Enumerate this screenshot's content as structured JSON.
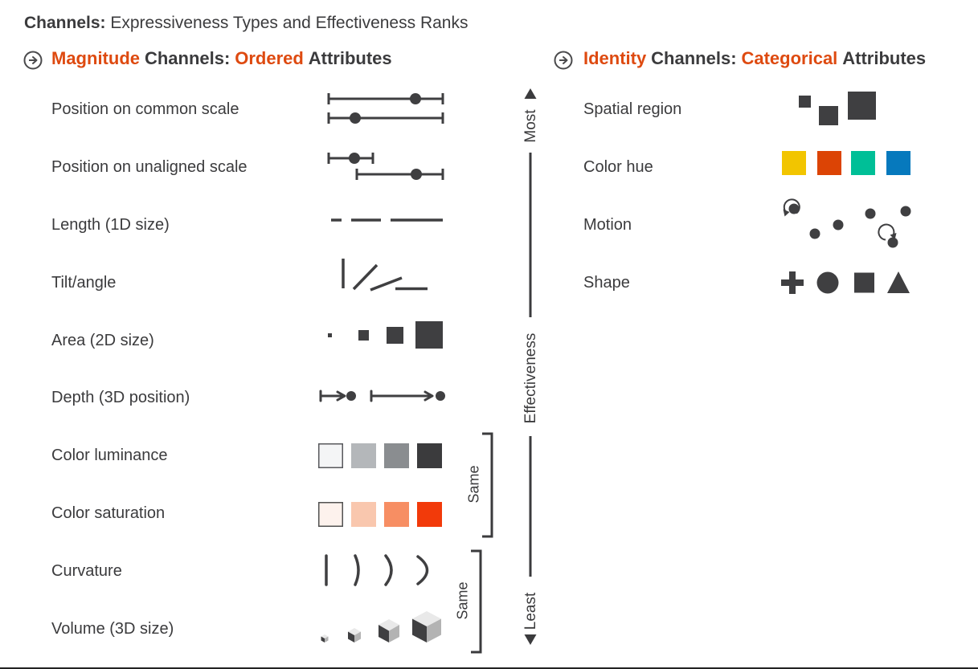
{
  "title": {
    "bold": "Channels:",
    "rest": " Expressiveness Types and Effectiveness Ranks"
  },
  "magnitude": {
    "heading": {
      "part1": "Magnitude",
      "part2": "Channels:",
      "part3": "Ordered",
      "part4": "Attributes"
    },
    "rows": [
      {
        "label": "Position on common scale"
      },
      {
        "label": "Position on unaligned scale"
      },
      {
        "label": "Length (1D size)"
      },
      {
        "label": "Tilt/angle"
      },
      {
        "label": "Area (2D size)"
      },
      {
        "label": "Depth (3D position)"
      },
      {
        "label": "Color luminance"
      },
      {
        "label": "Color saturation"
      },
      {
        "label": "Curvature"
      },
      {
        "label": "Volume (3D size)"
      }
    ]
  },
  "identity": {
    "heading": {
      "part1": "Identity",
      "part2": "Channels:",
      "part3": "Categorical",
      "part4": "Attributes"
    },
    "rows": [
      {
        "label": "Spatial region"
      },
      {
        "label": "Color hue"
      },
      {
        "label": "Motion"
      },
      {
        "label": "Shape"
      }
    ]
  },
  "axis": {
    "most": "Most",
    "middle": "Effectiveness",
    "least": "Least"
  },
  "same_label_1": "Same",
  "same_label_2": "Same",
  "colors": {
    "accent": "#de4a10",
    "ink": "#3b3b3d",
    "hue": [
      "#f2c500",
      "#dc4405",
      "#00bf97",
      "#0679bd"
    ],
    "luminance": [
      "#f4f5f6",
      "#b4b7ba",
      "#8a8d90",
      "#3b3b3d"
    ],
    "saturation": [
      "#fdf2ed",
      "#f9c7ae",
      "#f78e63",
      "#f23a0a"
    ],
    "cube": {
      "top": "#e9e9e9",
      "right": "#b3b3b3",
      "front": "#3f3f41"
    }
  },
  "icons": {
    "section_marker": "arrow-in-circle"
  }
}
